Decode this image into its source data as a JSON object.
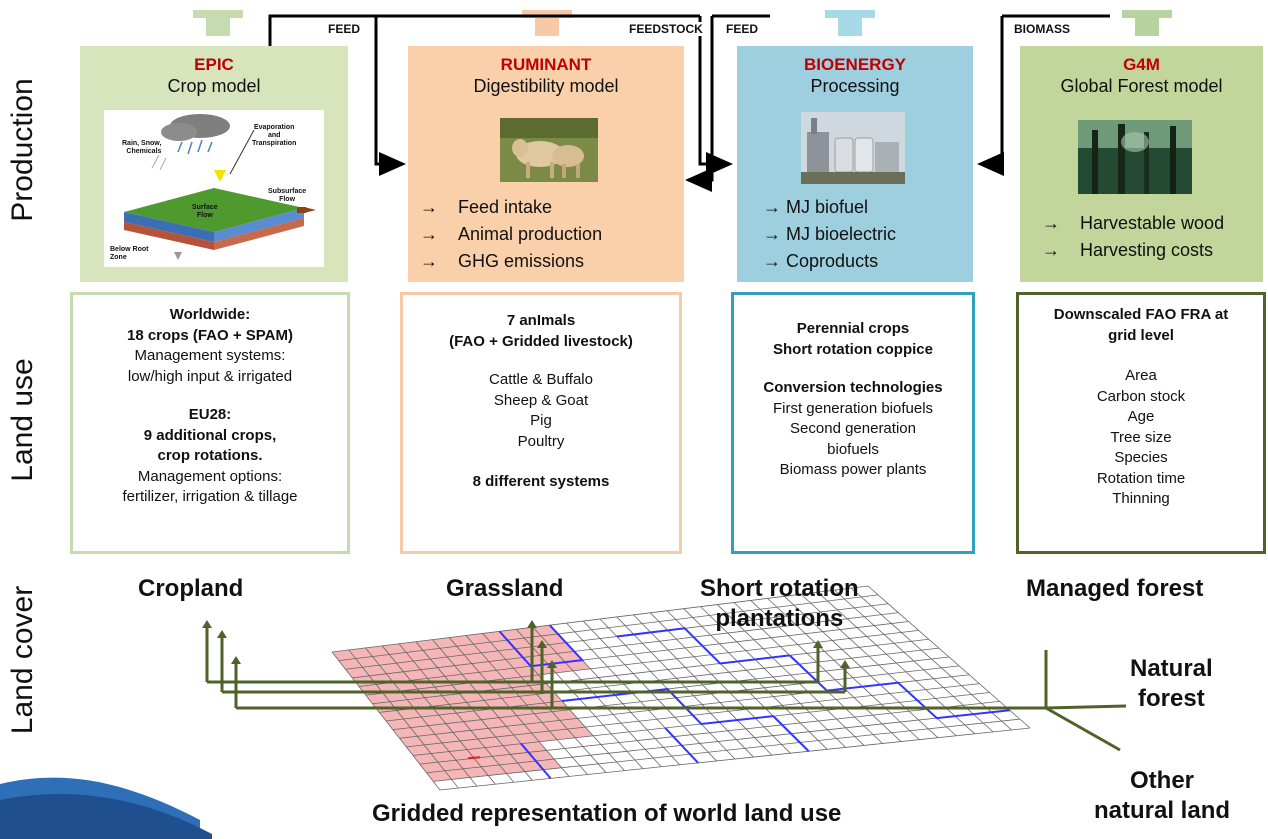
{
  "side_labels": {
    "production": "Production",
    "land_use": "Land use",
    "land_cover": "Land cover"
  },
  "flows": {
    "feed_1": "FEED",
    "feedstock": "FEEDSTOCK",
    "feed_2": "FEED",
    "biomass": "BIOMASS"
  },
  "models": {
    "epic": {
      "title": "EPIC",
      "subtitle": "Crop model",
      "diagram": {
        "rain": "Rain, Snow,",
        "chemicals": "Chemicals",
        "evaporation": "Evaporation",
        "and": "and",
        "transpiration": "Transpiration",
        "surface_flow_1": "Surface",
        "surface_flow_2": "Flow",
        "subsurface_flow_1": "Subsurface",
        "subsurface_flow_2": "Flow",
        "below_root_1": "Below Root",
        "below_root_2": "Zone"
      }
    },
    "ruminant": {
      "title": "RUMINANT",
      "subtitle": "Digestibility model",
      "outputs": [
        "Feed intake",
        "Animal production",
        "GHG emissions"
      ]
    },
    "bioenergy": {
      "title": "BIOENERGY",
      "subtitle": "Processing",
      "outputs": [
        "MJ biofuel",
        "MJ  bioelectric",
        "Coproducts"
      ]
    },
    "g4m": {
      "title": "G4M",
      "subtitle": "Global Forest model",
      "outputs": [
        "Harvestable wood",
        "Harvesting costs"
      ]
    }
  },
  "arrow_glyph": "→",
  "land_use": {
    "crops": {
      "l1": "Worldwide:",
      "l2": "18 crops (FAO + SPAM)",
      "l3": "Management systems:",
      "l4": "low/high input & irrigated",
      "l5": "EU28:",
      "l6": "9 additional crops,",
      "l7": "crop rotations.",
      "l8": "Management options:",
      "l9": "fertilizer, irrigation & tillage"
    },
    "animals": {
      "l1": "7 anImals",
      "l2": "(FAO + Gridded livestock)",
      "l3": "Cattle & Buffalo",
      "l4": "Sheep & Goat",
      "l5": "Pig",
      "l6": "Poultry",
      "l7": "8 different systems"
    },
    "bioenergy": {
      "l1": "Perennial crops",
      "l2": "Short rotation coppice",
      "l3": "Conversion technologies",
      "l4": "First generation biofuels",
      "l5": "Second generation",
      "l6": "biofuels",
      "l7": "Biomass power plants"
    },
    "forest": {
      "l1": "Downscaled FAO FRA at",
      "l2": "grid level",
      "items": [
        "Area",
        "Carbon stock",
        "Age",
        "Tree size",
        "Species",
        "Rotation time",
        "Thinning"
      ]
    }
  },
  "land_cover": {
    "cropland": "Cropland",
    "grassland": "Grassland",
    "short_rotation_1": "Short rotation",
    "short_rotation_2": "plantations",
    "managed_forest": "Managed forest",
    "natural_forest_1": "Natural",
    "natural_forest_2": "forest",
    "other_natural_1": "Other",
    "other_natural_2": "natural land",
    "grid_caption": "Gridded representation of world land use"
  },
  "colors": {
    "epic": "#d8e4bc",
    "ruminant": "#fad0aa",
    "bioenergy": "#9ecfde",
    "g4m": "#c2d69b",
    "title_red": "#c00000",
    "arrow_green": "#4f6228",
    "grid_pink": "#f4b6b6",
    "grid_blue": "#3333ff"
  }
}
